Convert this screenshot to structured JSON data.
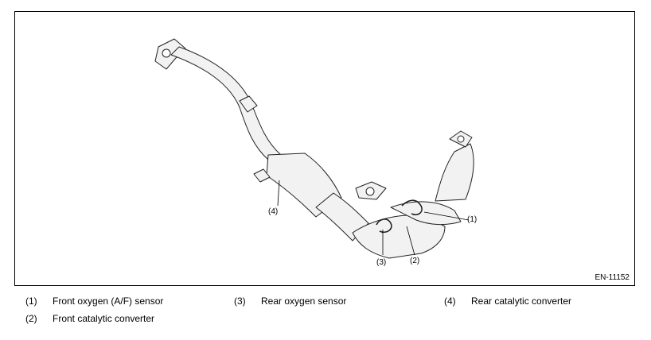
{
  "figure": {
    "callouts": {
      "c1": "(1)",
      "c2": "(2)",
      "c3": "(3)",
      "c4": "(4)"
    },
    "figure_id": "EN-11152"
  },
  "legend": [
    {
      "num": "(1)",
      "label": "Front oxygen (A/F) sensor"
    },
    {
      "num": "(3)",
      "label": "Rear oxygen sensor"
    },
    {
      "num": "(4)",
      "label": "Rear catalytic converter"
    },
    {
      "num": "(2)",
      "label": "Front catalytic converter"
    }
  ]
}
